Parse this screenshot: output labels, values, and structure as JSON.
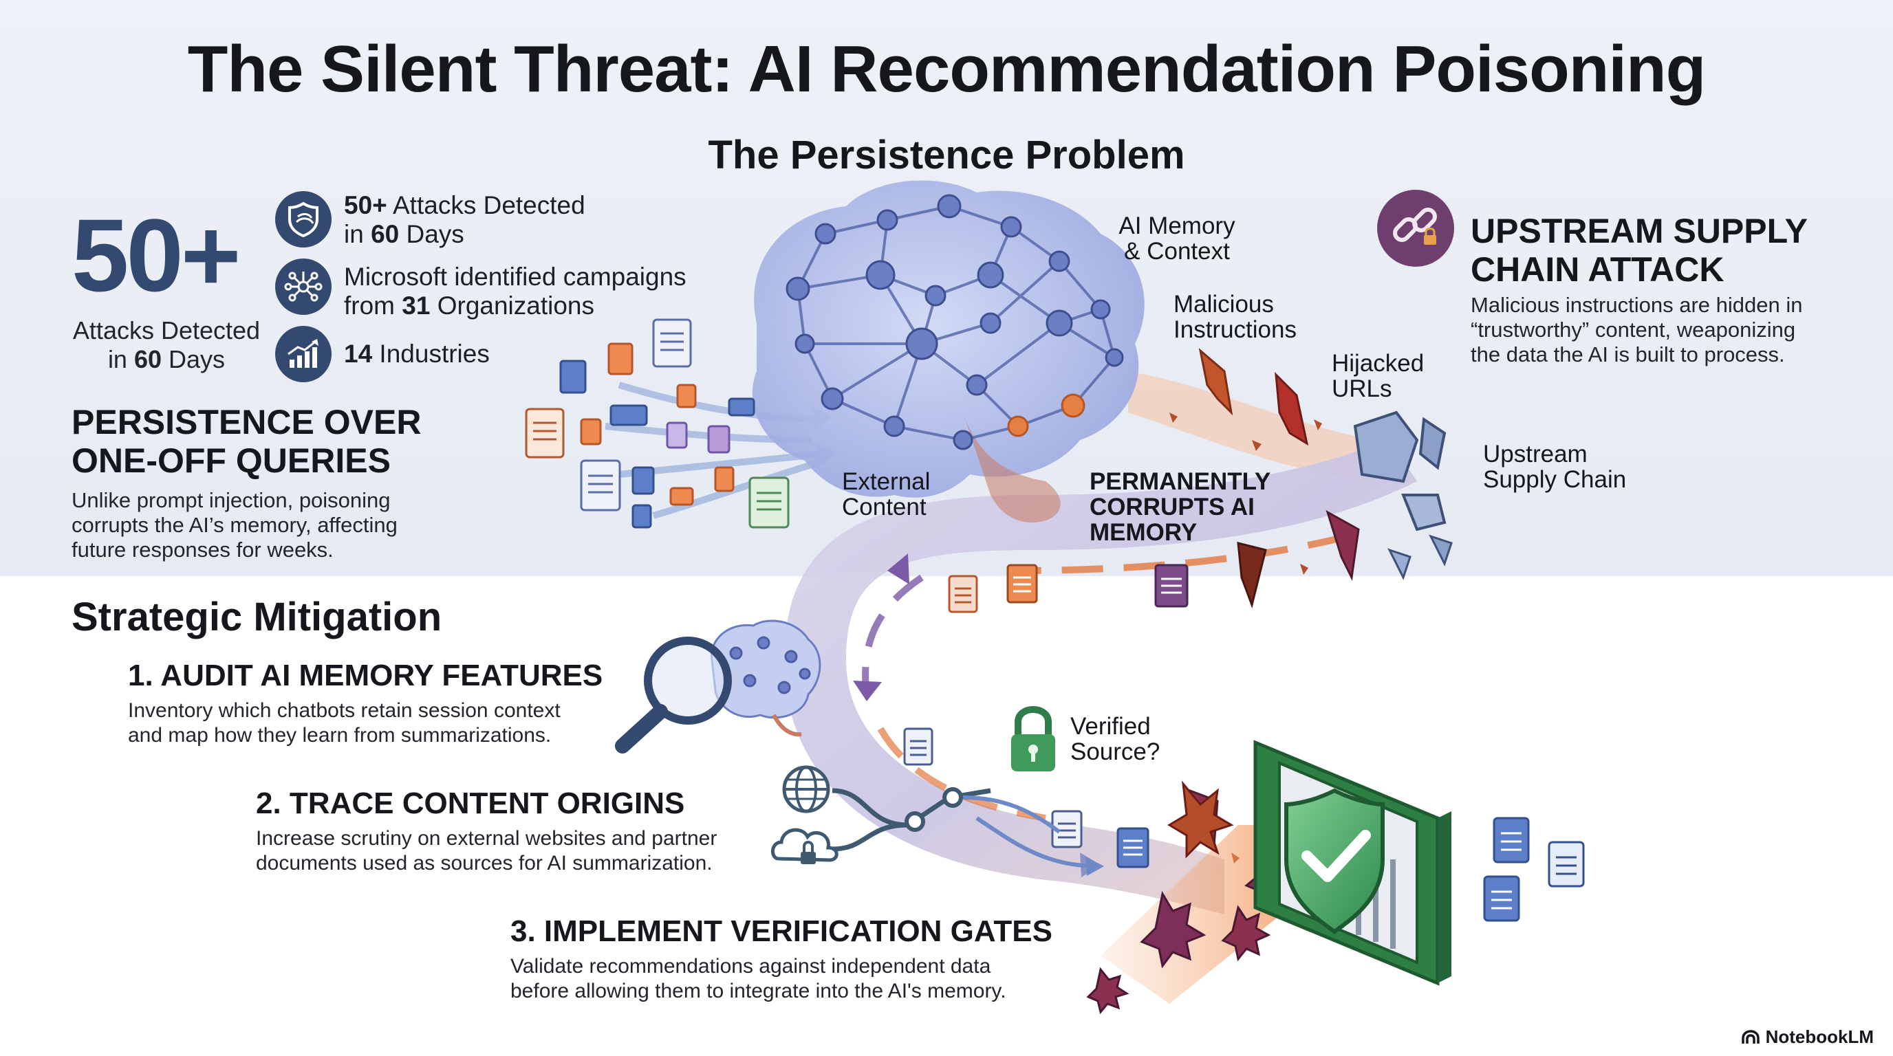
{
  "title": "The Silent Threat: AI Recommendation Poisoning",
  "subtitle": "The Persistence Problem",
  "stats": {
    "big_number": "50+",
    "big_label_1": "Attacks Detected",
    "big_label_2_prefix": "in ",
    "big_label_2_value": "60",
    "big_label_2_suffix": " Days",
    "items": [
      {
        "icon": "shield-icon",
        "line1_bold": "50+",
        "line1_rest": " Attacks Detected",
        "line2_prefix": "in ",
        "line2_bold": "60",
        "line2_rest": " Days"
      },
      {
        "icon": "network-icon",
        "line1_bold": "",
        "line1_rest": "Microsoft identified campaigns",
        "line2_prefix": "from ",
        "line2_bold": "31",
        "line2_rest": " Organizations"
      },
      {
        "icon": "growth-chart-icon",
        "line1_bold": "14",
        "line1_rest": " Industries",
        "line2_prefix": "",
        "line2_bold": "",
        "line2_rest": ""
      }
    ]
  },
  "persistence": {
    "heading_line1": "PERSISTENCE OVER",
    "heading_line2": "ONE-OFF QUERIES",
    "body_line1": "Unlike prompt injection, poisoning",
    "body_line2": "corrupts the AI’s memory, affecting",
    "body_line3": "future responses for weeks."
  },
  "supply_chain": {
    "heading_line1": "UPSTREAM SUPPLY",
    "heading_line2": "CHAIN ATTACK",
    "body_line1": "Malicious instructions are hidden in",
    "body_line2": "“trustworthy” content, weaponizing",
    "body_line3": "the data the AI is built to process."
  },
  "diagram_labels": {
    "memory_1": "AI Memory",
    "memory_2": "& Context",
    "malicious_1": "Malicious",
    "malicious_2": "Instructions",
    "hijacked_1": "Hijacked",
    "hijacked_2": "URLs",
    "upstream_1": "Upstream",
    "upstream_2": "Supply Chain",
    "external_1": "External",
    "external_2": "Content",
    "corrupts_1": "PERMANENTLY",
    "corrupts_2": "CORRUPTS AI",
    "corrupts_3": "MEMORY",
    "verified_1": "Verified",
    "verified_2": "Source?"
  },
  "mitigation": {
    "heading": "Strategic Mitigation",
    "steps": [
      {
        "title": "1. AUDIT AI MEMORY FEATURES",
        "line1": "Inventory which chatbots retain session context",
        "line2": "and map how they learn from summarizations."
      },
      {
        "title": "2. TRACE CONTENT ORIGINS",
        "line1": "Increase scrutiny on external websites and partner",
        "line2": "documents used as sources for AI summarization."
      },
      {
        "title": "3. IMPLEMENT VERIFICATION GATES",
        "line1": "Validate recommendations against independent data",
        "line2": "before allowing them to integrate into the AI's memory."
      }
    ]
  },
  "brand": "NotebookLM",
  "colors": {
    "navy": "#34496f",
    "purple": "#6e3f6e",
    "orange": "#e2733a",
    "green": "#3f9a5c",
    "lavender": "#9da6d6"
  }
}
